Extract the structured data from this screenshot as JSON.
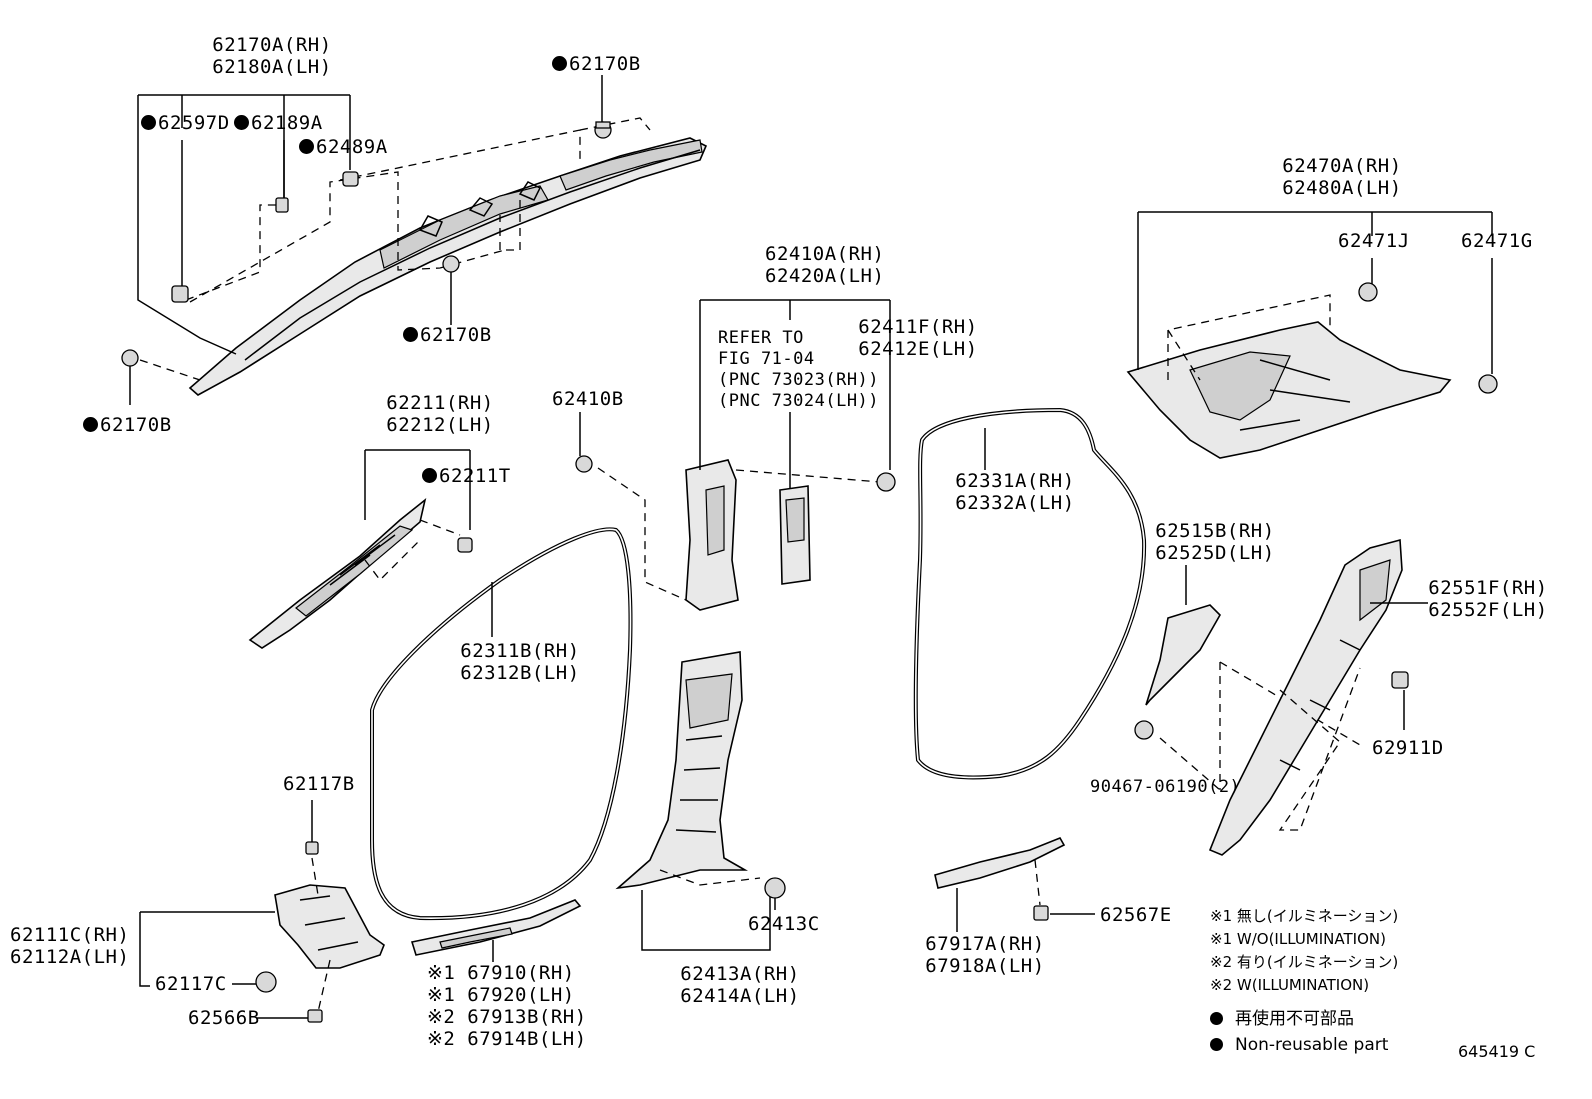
{
  "callouts": {
    "c62170A": "62170A(RH)",
    "c62180A": "62180A(LH)",
    "c62170B_top": "62170B",
    "c62597D": "62597D",
    "c62189A": "62189A",
    "c62489A": "62489A",
    "c62170B_mid": "62170B",
    "c62170B_left": "62170B",
    "c62211": "62211(RH)",
    "c62212": "62212(LH)",
    "c62211T": "62211T",
    "c62410B": "62410B",
    "c62410A": "62410A(RH)",
    "c62420A": "62420A(LH)",
    "refer1": "REFER TO",
    "refer2": "FIG 71-04",
    "refer3": "(PNC 73023(RH))",
    "refer4": "(PNC 73024(LH))",
    "c62411F": "62411F(RH)",
    "c62412E": "62412E(LH)",
    "c62470A": "62470A(RH)",
    "c62480A": "62480A(LH)",
    "c62471J": "62471J",
    "c62471G": "62471G",
    "c62331A": "62331A(RH)",
    "c62332A": "62332A(LH)",
    "c62311B": "62311B(RH)",
    "c62312B": "62312B(LH)",
    "c62515B": "62515B(RH)",
    "c62525D": "62525D(LH)",
    "c62551F": "62551F(RH)",
    "c62552F": "62552F(LH)",
    "c62911D": "62911D",
    "c90467": "90467-06190(2)",
    "c62117B": "62117B",
    "c62111C": "62111C(RH)",
    "c62112A": "62112A(LH)",
    "c62117C": "62117C",
    "c62566B": "62566B",
    "c67910": "※1 67910(RH)",
    "c67920": "※1 67920(LH)",
    "c67913B": "※2 67913B(RH)",
    "c67914B": "※2 67914B(LH)",
    "c62413C": "62413C",
    "c62413A": "62413A(RH)",
    "c62414A": "62414A(LH)",
    "c67917A": "67917A(RH)",
    "c67918A": "67918A(LH)",
    "c62567E": "62567E"
  },
  "notes": {
    "n1": "※1 無し(イルミネーション)",
    "n2": "※1 W/O(ILLUMINATION)",
    "n3": "※2 有り(イルミネーション)",
    "n4": "※2 W(ILLUMINATION)"
  },
  "legend": {
    "jp": "再使用不可部品",
    "en": "Non-reusable part"
  },
  "figure_id": "645419 C",
  "icons": [
    "non-reusable-dot-icon"
  ]
}
